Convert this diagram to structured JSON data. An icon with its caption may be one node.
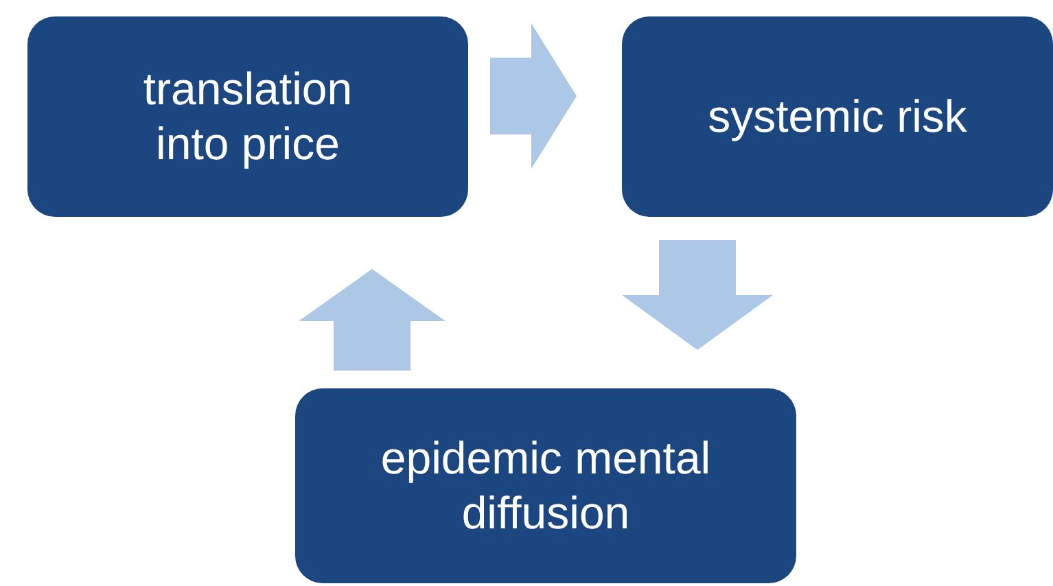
{
  "diagram": {
    "nodes": [
      {
        "text": [
          "translation into price"
        ]
      },
      {
        "text": [
          "systemic risk"
        ]
      },
      {
        "text": [
          "epidemic mental diffusion"
        ]
      }
    ],
    "edges": [
      {
        "from": 0,
        "to": 1,
        "arrow": "to"
      },
      {
        "from": 1,
        "to": 2,
        "arrow": "to"
      },
      {
        "from": 2,
        "to": 0,
        "arrow": "to"
      }
    ]
  }
}
